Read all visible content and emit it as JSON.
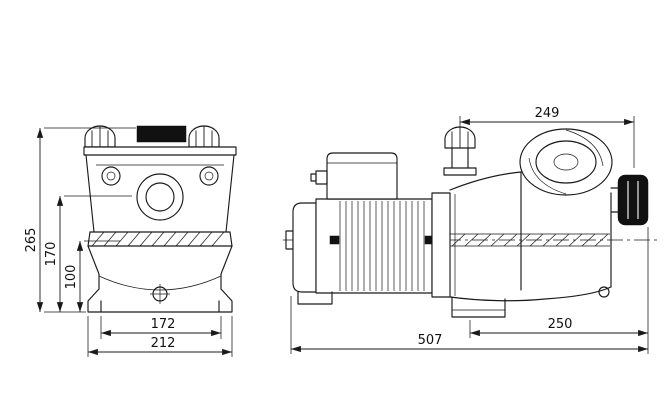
{
  "page": {
    "background": "#ffffff",
    "line_color": "#1a1a1a",
    "knob_fill": "#111111"
  },
  "drawing": {
    "dims": {
      "front": {
        "total_height": "265",
        "inlet_height": "170",
        "axis_height": "100",
        "foot_width": "172",
        "total_width": "212"
      },
      "side": {
        "top_length": "249",
        "rear_length": "250",
        "total_length": "507"
      }
    }
  }
}
